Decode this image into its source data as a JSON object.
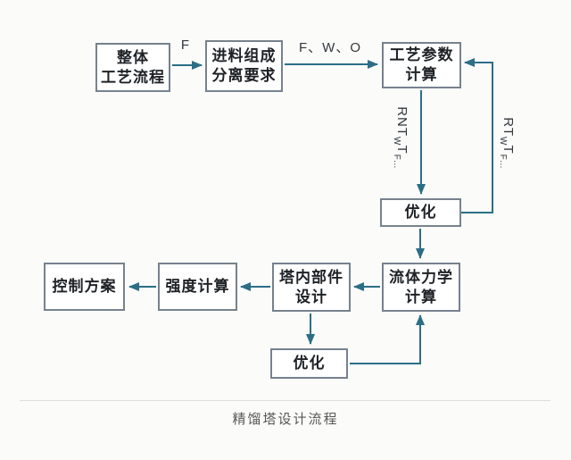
{
  "flowchart": {
    "caption": "精馏塔设计流程",
    "nodes": {
      "overall": {
        "label": "整体\n工艺流程"
      },
      "feed": {
        "label": "进料组成\n分离要求"
      },
      "params": {
        "label": "工艺参数\n计算"
      },
      "optimize1": {
        "label": "优化"
      },
      "control": {
        "label": "控制方案"
      },
      "strength": {
        "label": "强度计算"
      },
      "internals": {
        "label": "塔内部件\n设计"
      },
      "hydraulics": {
        "label": "流体力学\n计算"
      },
      "optimize2": {
        "label": "优化"
      }
    },
    "edge_labels": {
      "f": "F",
      "fwo": "F、W、O",
      "rnt": {
        "pre": "RNT",
        "sub1": "W",
        "mid": "T",
        "sub2": "F",
        "dots": "…"
      },
      "rt": {
        "pre": "RT",
        "sub1": "W",
        "mid": "T",
        "sub2": "F",
        "dots": "…"
      }
    },
    "edges": [
      {
        "from": "overall",
        "to": "feed",
        "label_key": "f"
      },
      {
        "from": "feed",
        "to": "params",
        "label_key": "fwo"
      },
      {
        "from": "params",
        "to": "optimize1",
        "label_key": "rnt"
      },
      {
        "from": "optimize1",
        "to": "params",
        "label_key": "rt"
      },
      {
        "from": "optimize1",
        "to": "hydraulics",
        "label_key": ""
      },
      {
        "from": "hydraulics",
        "to": "internals",
        "label_key": ""
      },
      {
        "from": "internals",
        "to": "strength",
        "label_key": ""
      },
      {
        "from": "strength",
        "to": "control",
        "label_key": ""
      },
      {
        "from": "internals",
        "to": "optimize2",
        "label_key": ""
      },
      {
        "from": "optimize2",
        "to": "hydraulics",
        "label_key": ""
      }
    ],
    "colors": {
      "arrow": "#2c6e86",
      "box_border": "#76828e",
      "separator": "#dedede",
      "caption_text": "#575757"
    }
  }
}
